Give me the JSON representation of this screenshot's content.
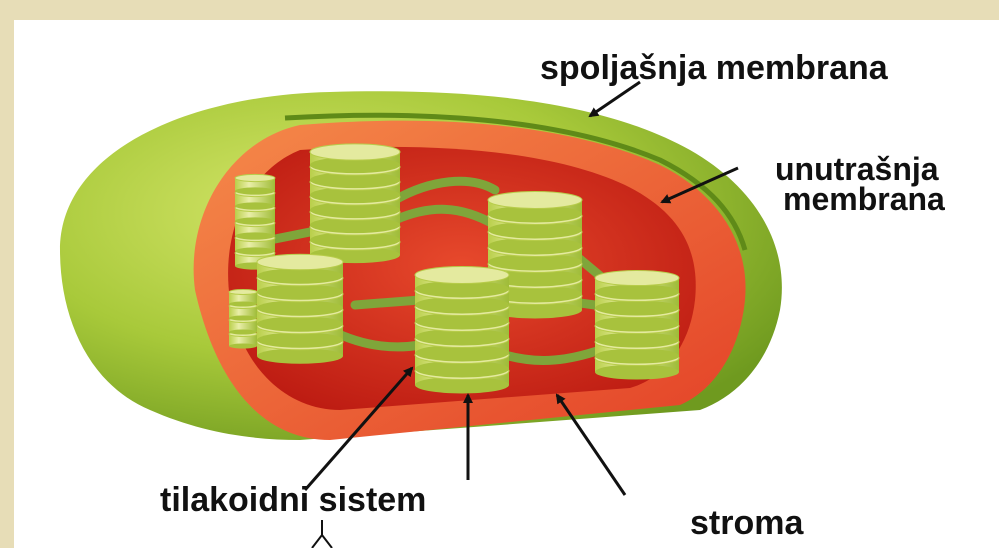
{
  "labels": {
    "outer_membrane": "spoljašnja membrana",
    "inner_membrane_line1": "unutrašnja",
    "inner_membrane_line2": "membrana",
    "thylakoid_system": "tilakoidni sistem",
    "stroma": "stroma"
  },
  "colors": {
    "frame": "#e7ddb7",
    "outer_green": "#a8c93a",
    "outer_green_dark": "#6f9a1f",
    "inner_red": "#e5452a",
    "inner_orange": "#f26a38",
    "cavity": "#d42a1c",
    "granum_light": "#dfe69a",
    "granum_dark": "#a8c23d",
    "lamella": "#7fa53a",
    "arrow": "#111111"
  }
}
